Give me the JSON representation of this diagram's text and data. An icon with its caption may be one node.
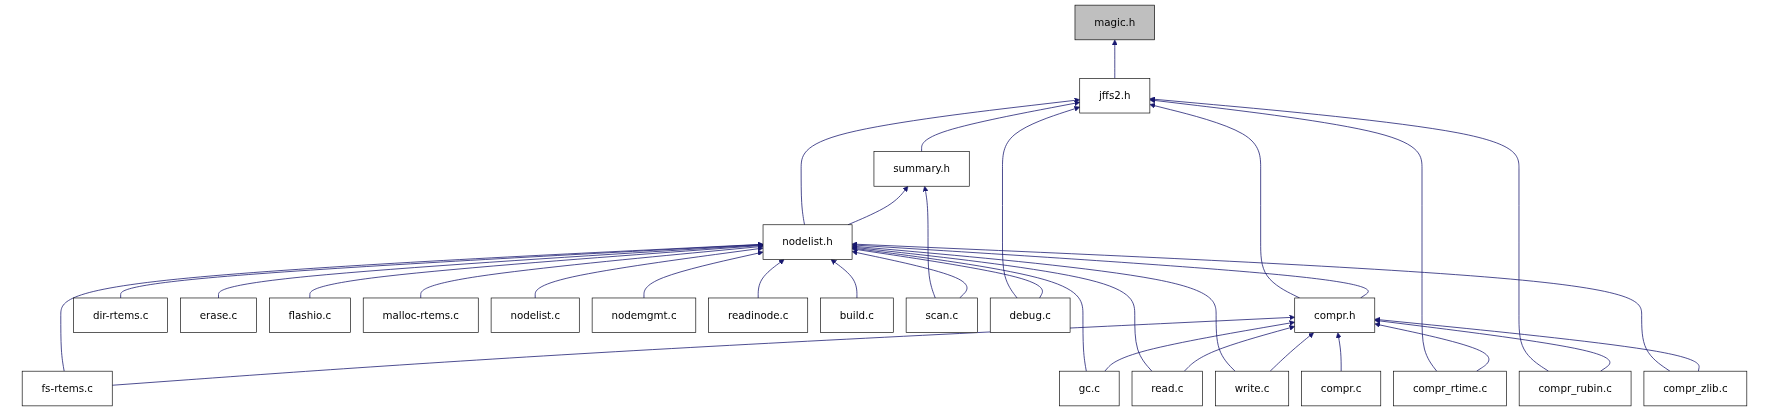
{
  "diagram": {
    "nodes": [
      {
        "text": [
          "magic.h"
        ]
      },
      {
        "text": [
          "jffs2.h"
        ]
      },
      {
        "text": [
          "summary.h"
        ]
      },
      {
        "text": [
          "nodelist.h"
        ]
      },
      {
        "text": [
          "compr.h"
        ]
      },
      {
        "text": [
          "dir-rtems.c"
        ]
      },
      {
        "text": [
          "erase.c"
        ]
      },
      {
        "text": [
          "flashio.c"
        ]
      },
      {
        "text": [
          "malloc-rtems.c"
        ]
      },
      {
        "text": [
          "nodelist.c"
        ]
      },
      {
        "text": [
          "nodemgmt.c"
        ]
      },
      {
        "text": [
          "readinode.c"
        ]
      },
      {
        "text": [
          "build.c"
        ]
      },
      {
        "text": [
          "scan.c"
        ]
      },
      {
        "text": [
          "debug.c"
        ]
      },
      {
        "text": [
          "compr_rtime.c"
        ]
      },
      {
        "text": [
          "compr_rubin.c"
        ]
      },
      {
        "text": [
          "fs-rtems.c"
        ]
      },
      {
        "text": [
          "compr.c"
        ]
      },
      {
        "text": [
          "gc.c"
        ]
      },
      {
        "text": [
          "read.c"
        ]
      },
      {
        "text": [
          "write.c"
        ]
      },
      {
        "text": [
          "compr_zlib.c"
        ]
      }
    ],
    "edges": [
      {
        "from": 1,
        "to": 0,
        "arrow": "to"
      },
      {
        "from": 2,
        "to": 1,
        "arrow": "to"
      },
      {
        "from": 3,
        "to": 1,
        "arrow": "to"
      },
      {
        "from": 4,
        "to": 1,
        "arrow": "to"
      },
      {
        "from": 15,
        "to": 1,
        "arrow": "to"
      },
      {
        "from": 16,
        "to": 1,
        "arrow": "to"
      },
      {
        "from": 14,
        "to": 1,
        "arrow": "to"
      },
      {
        "from": 3,
        "to": 2,
        "arrow": "to"
      },
      {
        "from": 13,
        "to": 2,
        "arrow": "to"
      },
      {
        "from": 4,
        "to": 3,
        "arrow": "to"
      },
      {
        "from": 17,
        "to": 3,
        "arrow": "to"
      },
      {
        "from": 19,
        "to": 3,
        "arrow": "to"
      },
      {
        "from": 20,
        "to": 3,
        "arrow": "to"
      },
      {
        "from": 21,
        "to": 3,
        "arrow": "to"
      },
      {
        "from": 5,
        "to": 3,
        "arrow": "to"
      },
      {
        "from": 6,
        "to": 3,
        "arrow": "to"
      },
      {
        "from": 7,
        "to": 3,
        "arrow": "to"
      },
      {
        "from": 8,
        "to": 3,
        "arrow": "to"
      },
      {
        "from": 22,
        "to": 3,
        "arrow": "to"
      },
      {
        "from": 9,
        "to": 3,
        "arrow": "to"
      },
      {
        "from": 10,
        "to": 3,
        "arrow": "to"
      },
      {
        "from": 11,
        "to": 3,
        "arrow": "to"
      },
      {
        "from": 12,
        "to": 3,
        "arrow": "to"
      },
      {
        "from": 13,
        "to": 3,
        "arrow": "to"
      },
      {
        "from": 14,
        "to": 3,
        "arrow": "to"
      },
      {
        "from": 15,
        "to": 4,
        "arrow": "to"
      },
      {
        "from": 16,
        "to": 4,
        "arrow": "to"
      },
      {
        "from": 17,
        "to": 4,
        "arrow": "to"
      },
      {
        "from": 18,
        "to": 4,
        "arrow": "to"
      },
      {
        "from": 19,
        "to": 4,
        "arrow": "to"
      },
      {
        "from": 20,
        "to": 4,
        "arrow": "to"
      },
      {
        "from": 21,
        "to": 4,
        "arrow": "to"
      },
      {
        "from": 22,
        "to": 4,
        "arrow": "to"
      }
    ]
  }
}
